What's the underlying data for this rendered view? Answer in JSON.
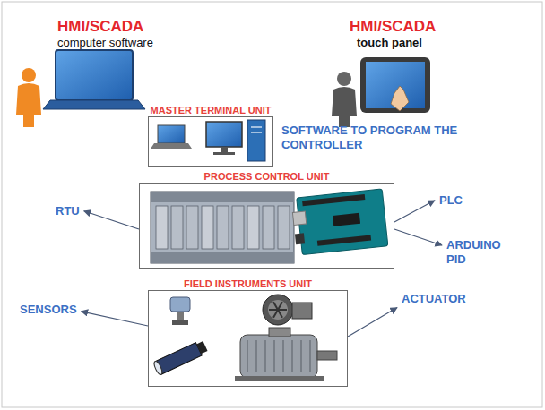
{
  "diagram": {
    "nodes": [
      {
        "text": [
          "MASTER TERMINAL UNIT"
        ]
      },
      {
        "text": [
          "PROCESS CONTROL UNIT"
        ]
      },
      {
        "text": [
          "FIELD INSTRUMENTS UNIT"
        ]
      }
    ],
    "labels": [
      "HMI/SCADA",
      "computer software",
      "HMI/SCADA",
      "touch panel",
      "SOFTWARE TO PROGRAM THE CONTROLLER",
      "RTU",
      "PLC",
      "ARDUINO PID",
      "SENSORS",
      "ACTUATOR"
    ]
  }
}
